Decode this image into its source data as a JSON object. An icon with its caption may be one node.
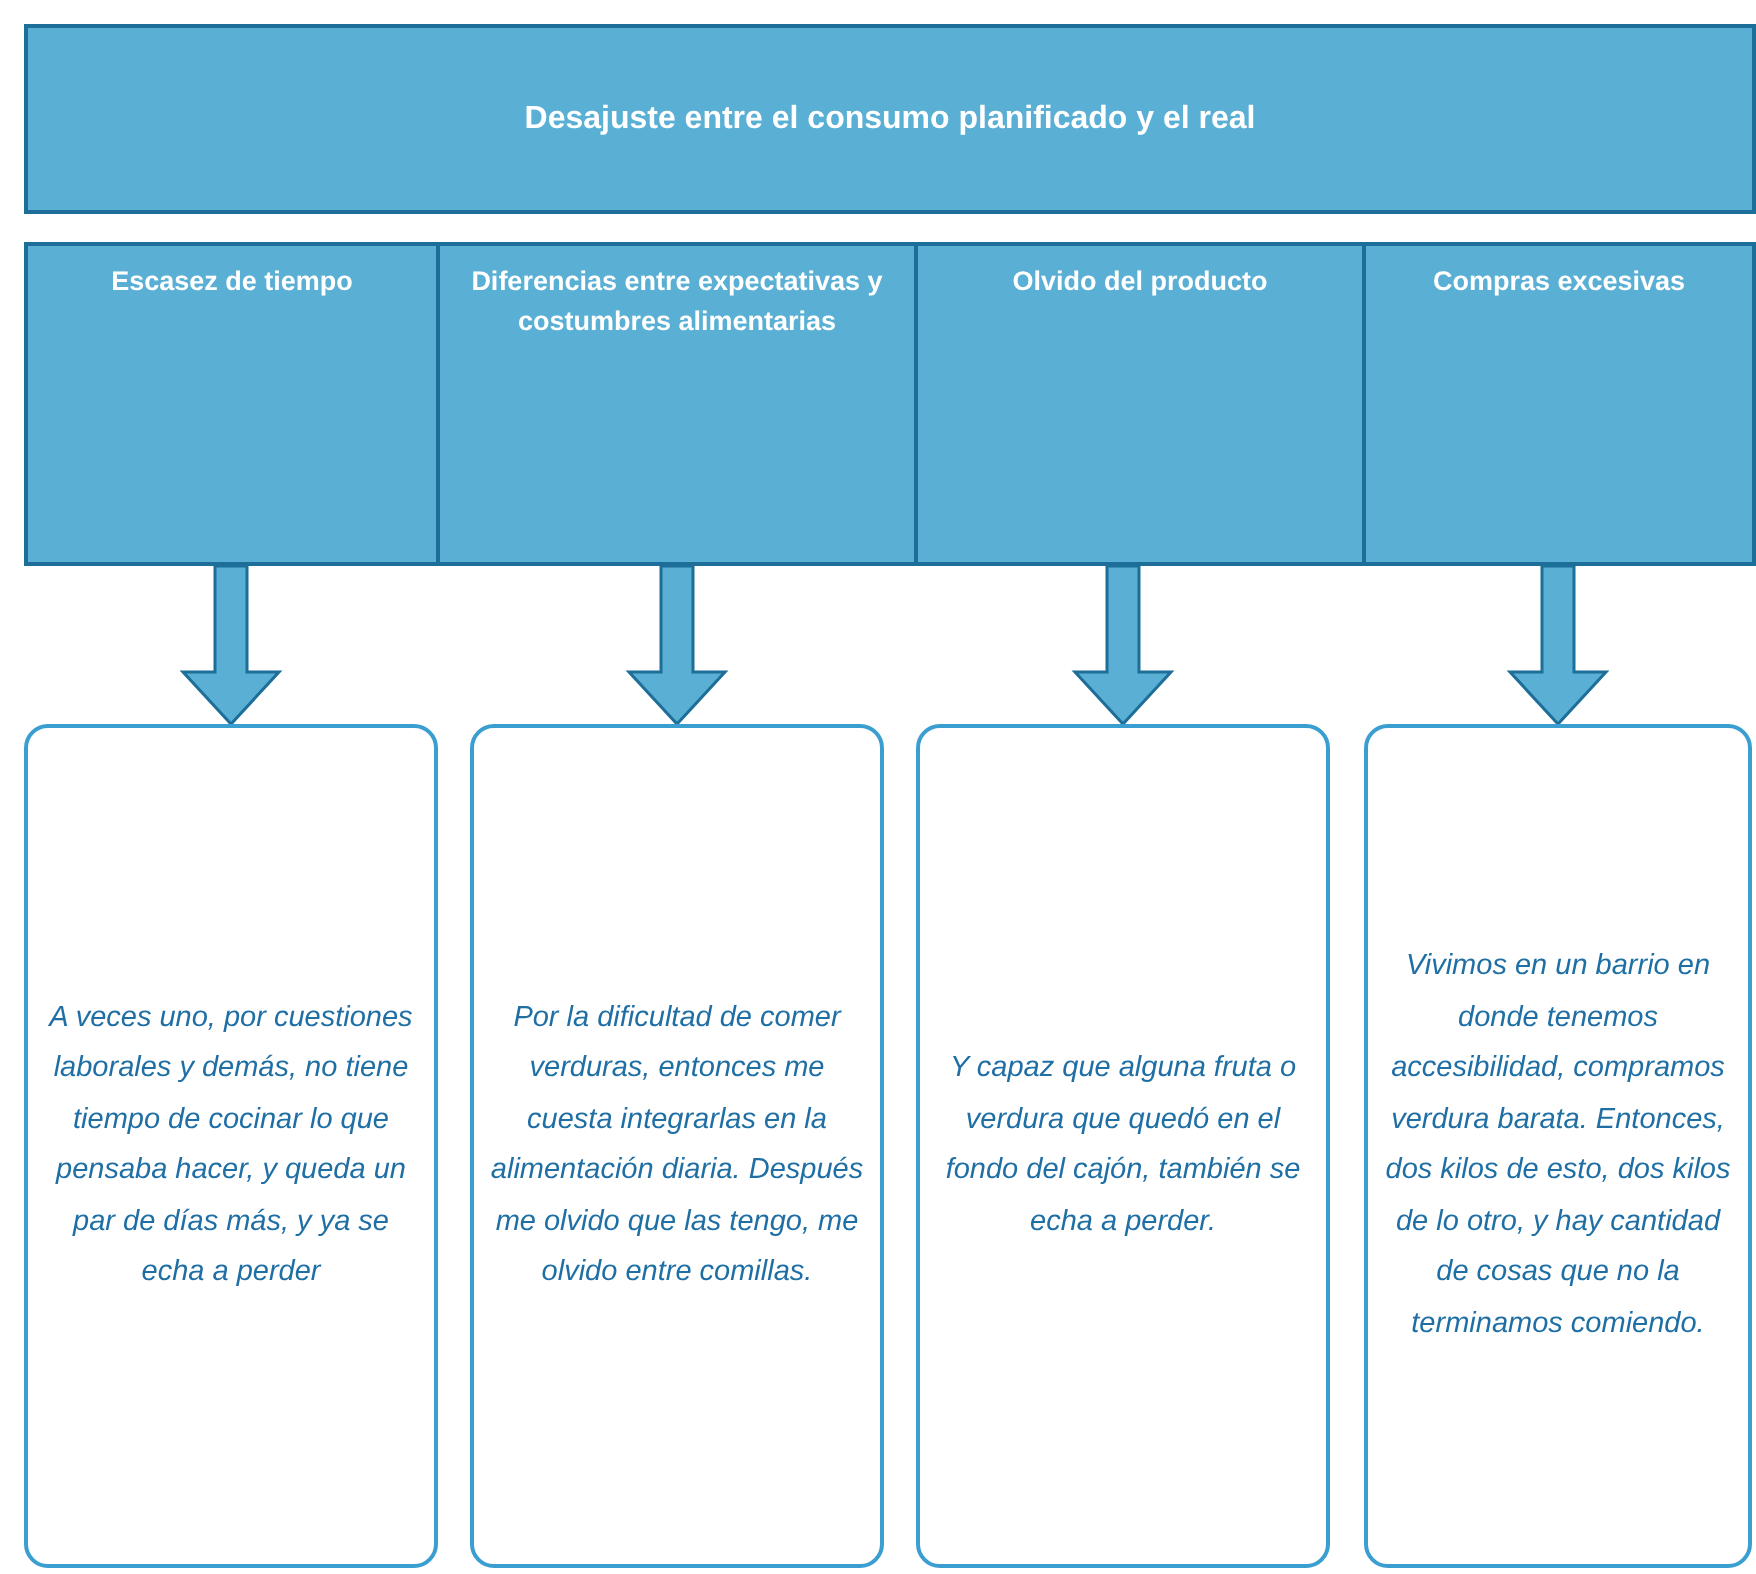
{
  "diagram": {
    "nodes": [
      {
        "text": [
          "Desajuste entre el consumo planificado y el real"
        ]
      },
      {
        "text": [
          "Escasez de tiempo"
        ]
      },
      {
        "text": [
          "Diferencias entre expectativas y costumbres alimentarias"
        ]
      },
      {
        "text": [
          "Olvido del producto"
        ]
      },
      {
        "text": [
          "Compras excesivas"
        ]
      },
      {
        "text": [
          "A veces uno, por cuestiones laborales y demás, no tiene tiempo de cocinar lo que pensaba hacer, y queda un par de días más, y ya se echa a perder"
        ]
      },
      {
        "text": [
          "Por la dificultad de comer verduras, entonces me cuesta integrarlas en la alimentación diaria.  Después me olvido que las tengo, me olvido entre comillas."
        ]
      },
      {
        "text": [
          "Y capaz que alguna fruta o verdura que quedó en el fondo del cajón, también se echa a perder."
        ]
      },
      {
        "text": [
          "Vivimos en un barrio en donde tenemos accesibilidad, compramos verdura barata. Entonces, dos kilos de esto, dos kilos de lo otro, y hay cantidad de cosas que no la terminamos comiendo."
        ]
      }
    ],
    "edges": [
      {
        "from": 1,
        "to": 5,
        "arrow": "to"
      },
      {
        "from": 2,
        "to": 6,
        "arrow": "to"
      },
      {
        "from": 3,
        "to": 7,
        "arrow": "to"
      },
      {
        "from": 4,
        "to": 8,
        "arrow": "to"
      }
    ]
  }
}
